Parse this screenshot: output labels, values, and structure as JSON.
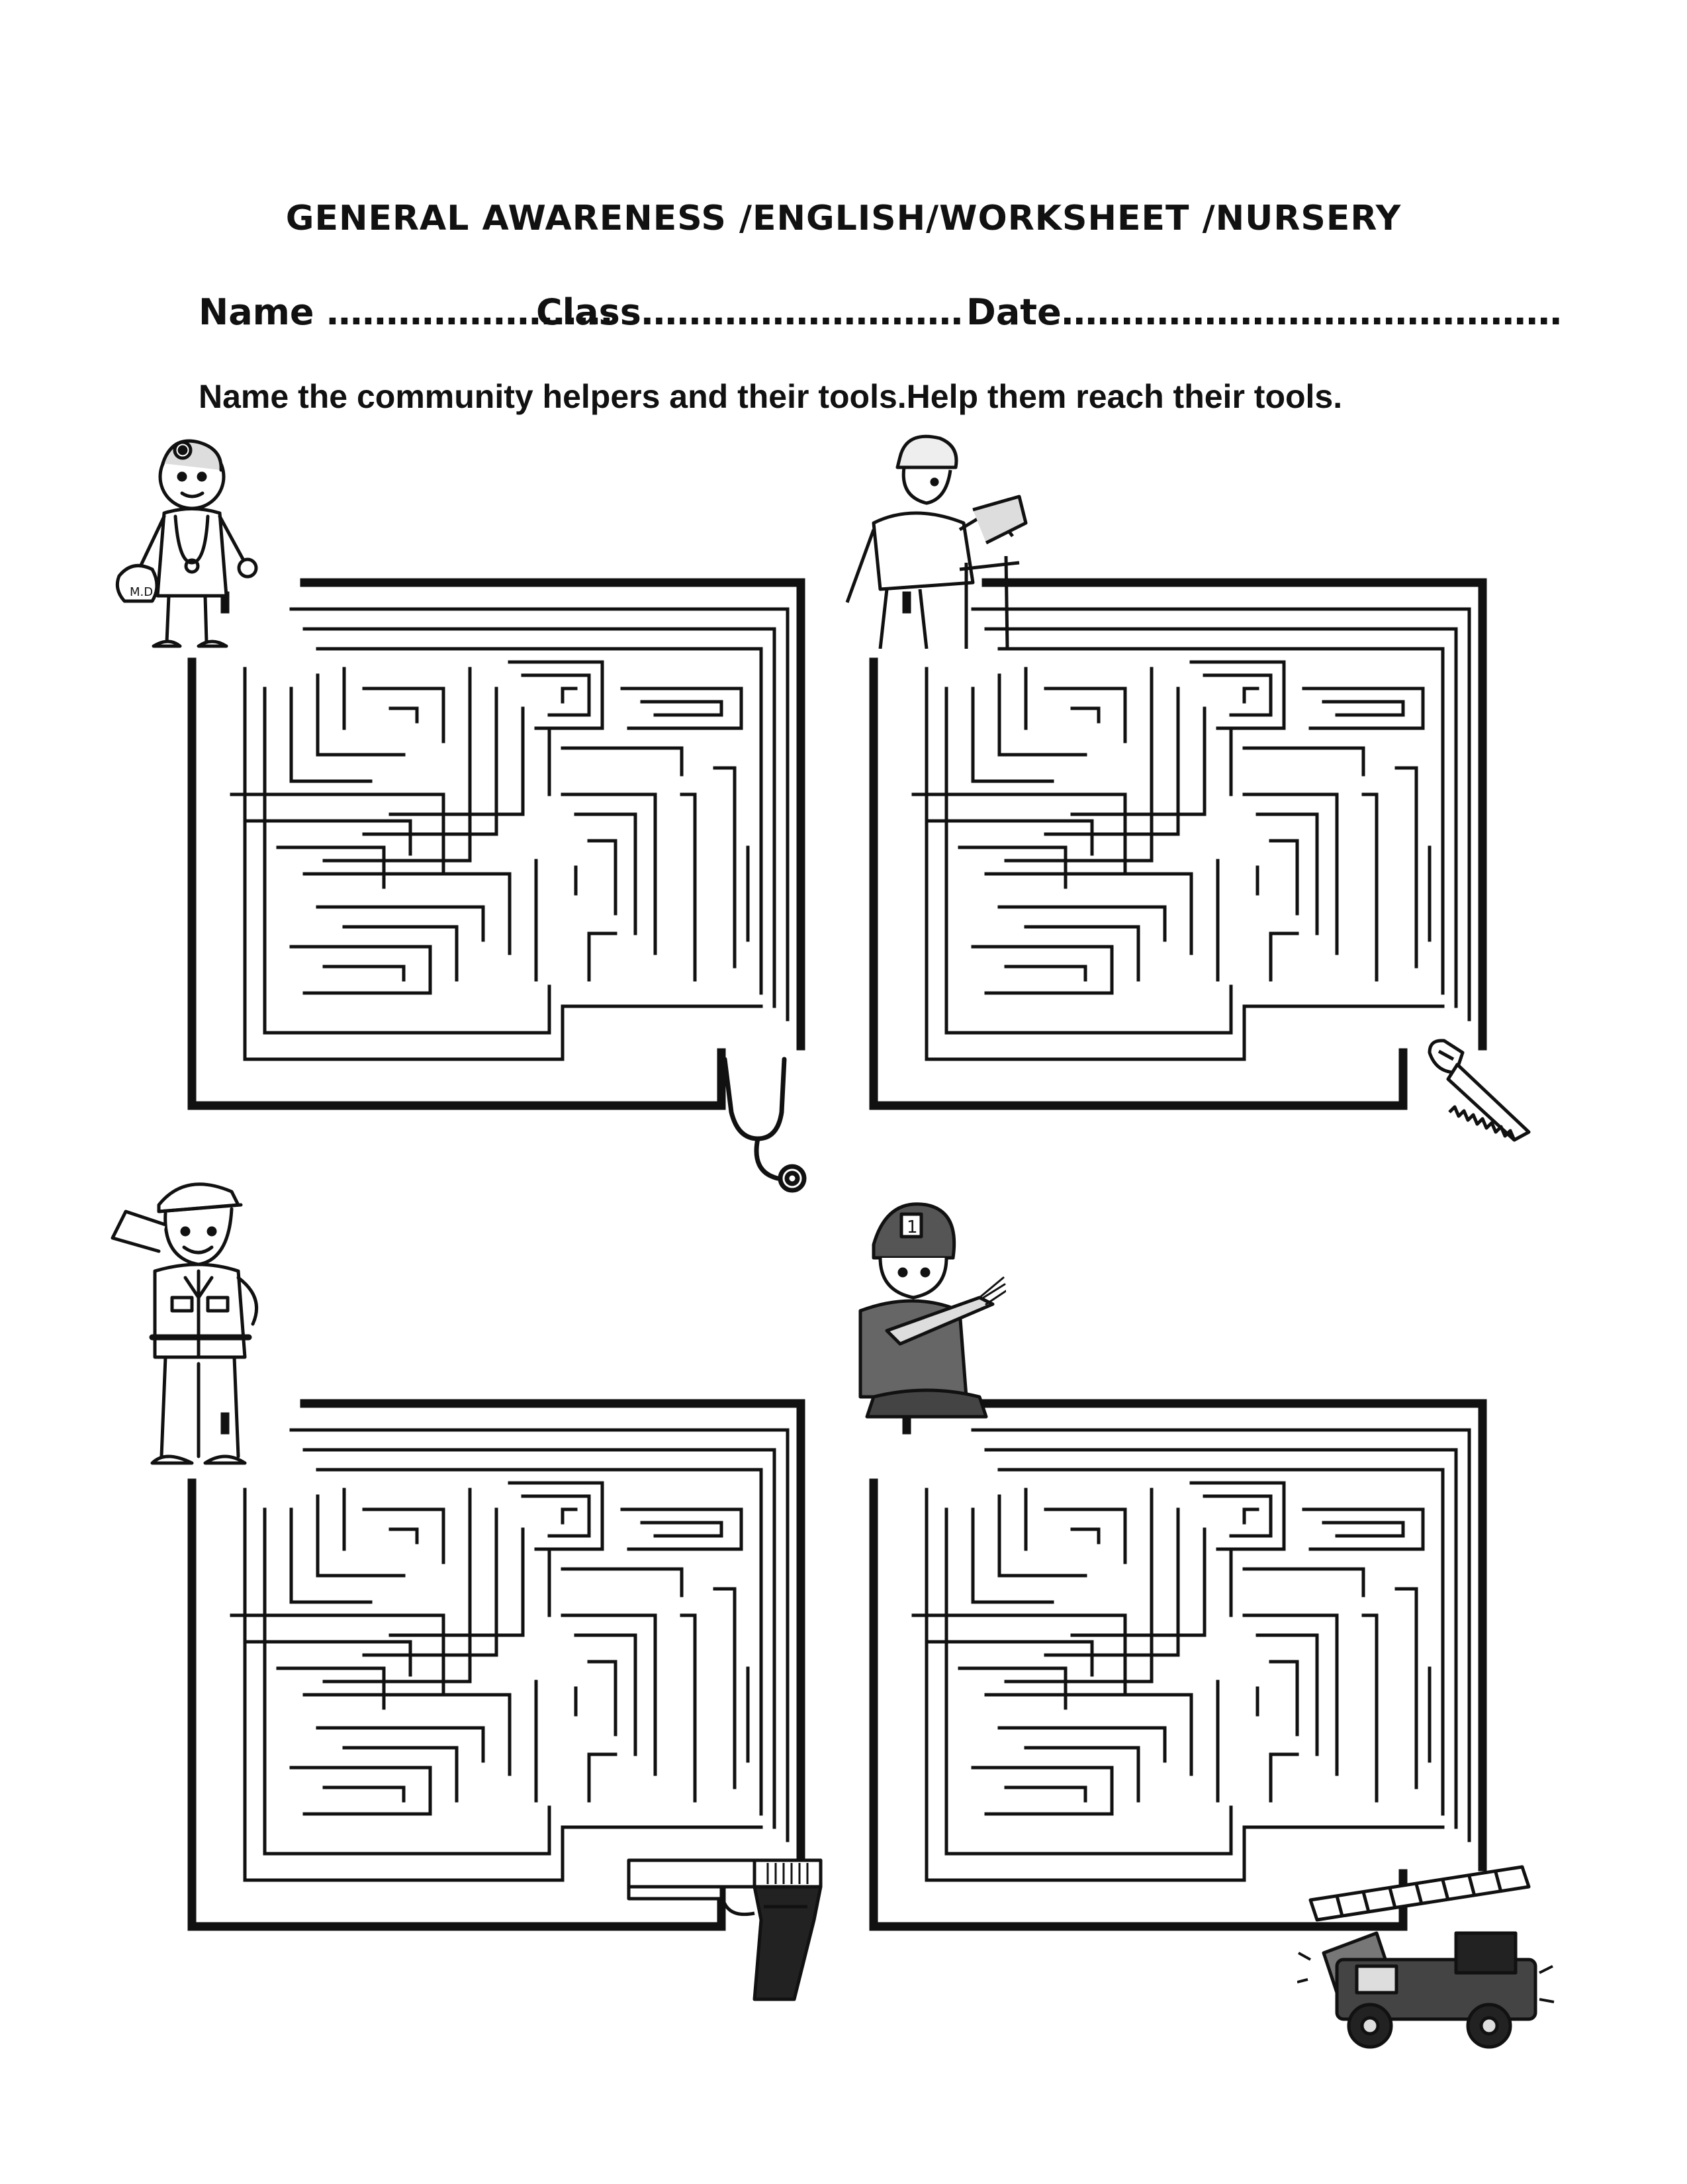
{
  "header": {
    "title": "GENERAL AWARENESS /ENGLISH/WORKSHEET /NURSERY"
  },
  "fields": {
    "name": "Name …………………… ",
    "class": "Class………………………",
    "date": "Date……………………………………"
  },
  "instruction": "Name the community helpers and their tools.Help them reach their tools.",
  "pairs": [
    {
      "helper": "doctor",
      "tool": "stethoscope"
    },
    {
      "helper": "carpenter",
      "tool": "saw"
    },
    {
      "helper": "policeman",
      "tool": "gun"
    },
    {
      "helper": "fireman",
      "tool": "fire-truck"
    }
  ],
  "figure_text": {
    "doctor_badge": "M.D",
    "fireman_helmet_number": "1"
  }
}
